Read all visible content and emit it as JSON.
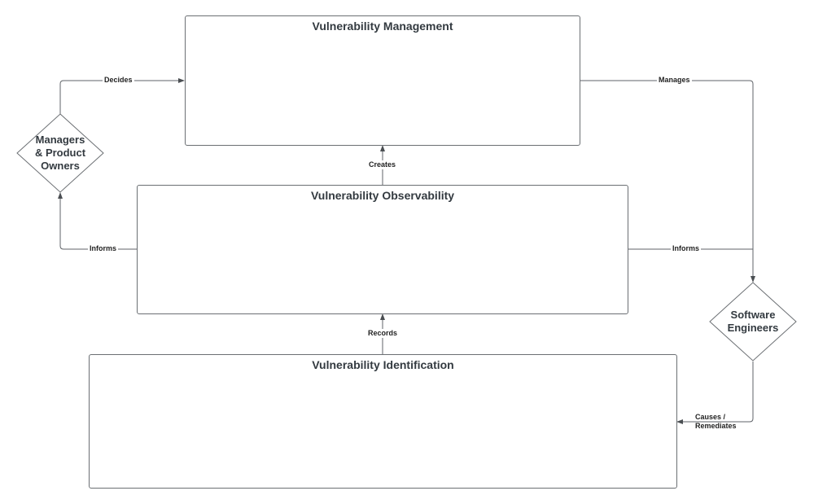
{
  "boxes": {
    "management": {
      "title": "Vulnerability Management"
    },
    "observability": {
      "title": "Vulnerability Observability"
    },
    "identification": {
      "title": "Vulnerability Identification"
    }
  },
  "actors": {
    "managers": {
      "label": "Managers\n& Product\nOwners"
    },
    "engineers": {
      "label": "Software\nEngineers"
    }
  },
  "edges": {
    "decides": "Decides",
    "manages": "Manages",
    "creates": "Creates",
    "informs_left": "Informs",
    "informs_right": "Informs",
    "records": "Records",
    "causes_remediates": "Causes /\nRemediates"
  },
  "colors": {
    "line": "#5f6368",
    "box_border": "#6b6f73",
    "text": "#333a40"
  }
}
